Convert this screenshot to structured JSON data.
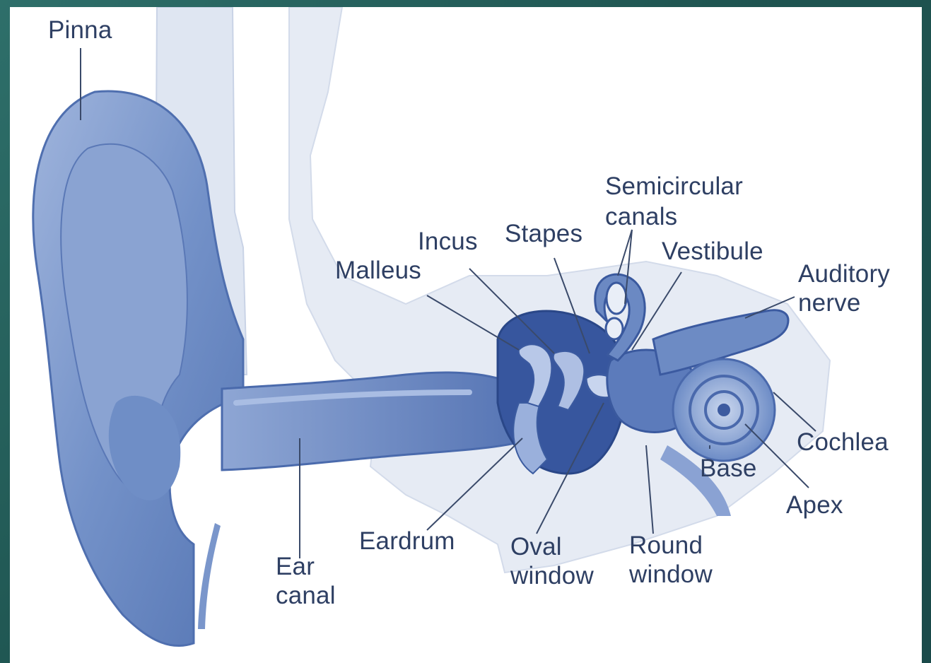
{
  "diagram": {
    "labels": {
      "pinna": "Pinna",
      "semicircular_line1": "Semicircular",
      "semicircular_line2": "canals",
      "incus": "Incus",
      "stapes": "Stapes",
      "vestibule": "Vestibule",
      "malleus": "Malleus",
      "auditory_line1": "Auditory",
      "auditory_line2": "nerve",
      "cochlea": "Cochlea",
      "base": "Base",
      "apex": "Apex",
      "eardrum": "Eardrum",
      "oval_line1": "Oval",
      "oval_line2": "window",
      "round_line1": "Round",
      "round_line2": "window",
      "ear_line1": "Ear",
      "ear_line2": "canal"
    },
    "colors": {
      "background": "#1f5551",
      "panel": "#ffffff",
      "ear_fill": "#6f8ec4",
      "ear_dark": "#2f4f96",
      "label_text": "#2e3f63",
      "leader_line": "#3a4a6a"
    }
  }
}
